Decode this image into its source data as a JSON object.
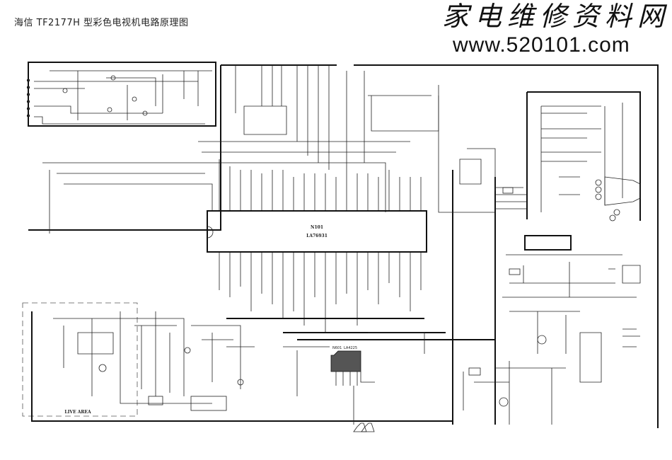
{
  "header": {
    "title": "海信 TF2177H 型彩色电视机电路原理图",
    "watermark_cn": "家电维修资料网",
    "watermark_url": "www.520101.com"
  },
  "schematic": {
    "main_ic": {
      "ref": "N101",
      "part": "LA76931"
    },
    "audio_ic": {
      "ref": "N601",
      "part": "LA4225"
    },
    "live_area_label": "LIVE AREA"
  }
}
